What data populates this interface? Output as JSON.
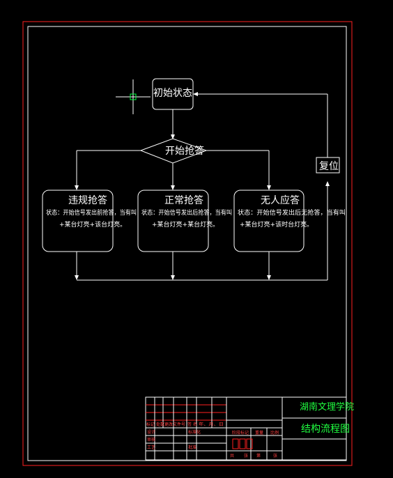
{
  "colors": {
    "background": "#000000",
    "outer_frame": "#ff2020",
    "lines": "#ffffff",
    "title_text": "#20ff40"
  },
  "flowchart": {
    "start": "初始状态",
    "decision": "开始抢答",
    "reset": "复位",
    "cases": [
      {
        "title": "违规抢答",
        "desc_line1": "状态：开始信号发出前抢答，当有叫",
        "desc_line2": "+某台灯亮+该台灯亮。"
      },
      {
        "title": "正常抢答",
        "desc_line1": "状态：开始信号发出后抢答，当有叫",
        "desc_line2": "+某台灯亮+某台灯亮。"
      },
      {
        "title": "无人应答",
        "desc_line1": "状态：开始信号发出后无抢答，当有叫",
        "desc_line2": "+某台灯亮+该时台灯亮。"
      }
    ]
  },
  "title_block": {
    "school": "湖南文理学院",
    "drawing_title": "结构流程图",
    "labels": [
      "标记",
      "处数",
      "更改文件号",
      "签 名",
      "年、月、日",
      "设计",
      "标准化",
      "阶段标记",
      "重量",
      "比例",
      "审核",
      "工艺",
      "批准",
      "共",
      "张",
      "第",
      "张"
    ]
  }
}
